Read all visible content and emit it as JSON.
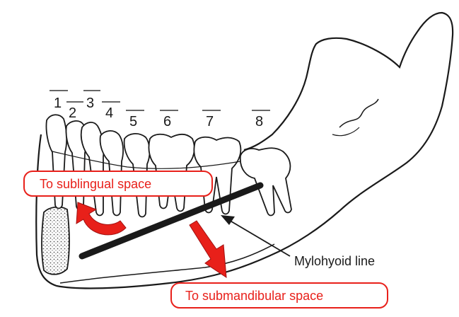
{
  "teeth": [
    "1",
    "2",
    "3",
    "4",
    "5",
    "6",
    "7",
    "8"
  ],
  "callouts": {
    "sublingual": "To sublingual space",
    "submandibular": "To submandibular space"
  },
  "labels": {
    "mylohyoid_line": "Mylohyoid line"
  },
  "colors": {
    "accent": "#e8201a",
    "outline": "#1a1a1a"
  }
}
